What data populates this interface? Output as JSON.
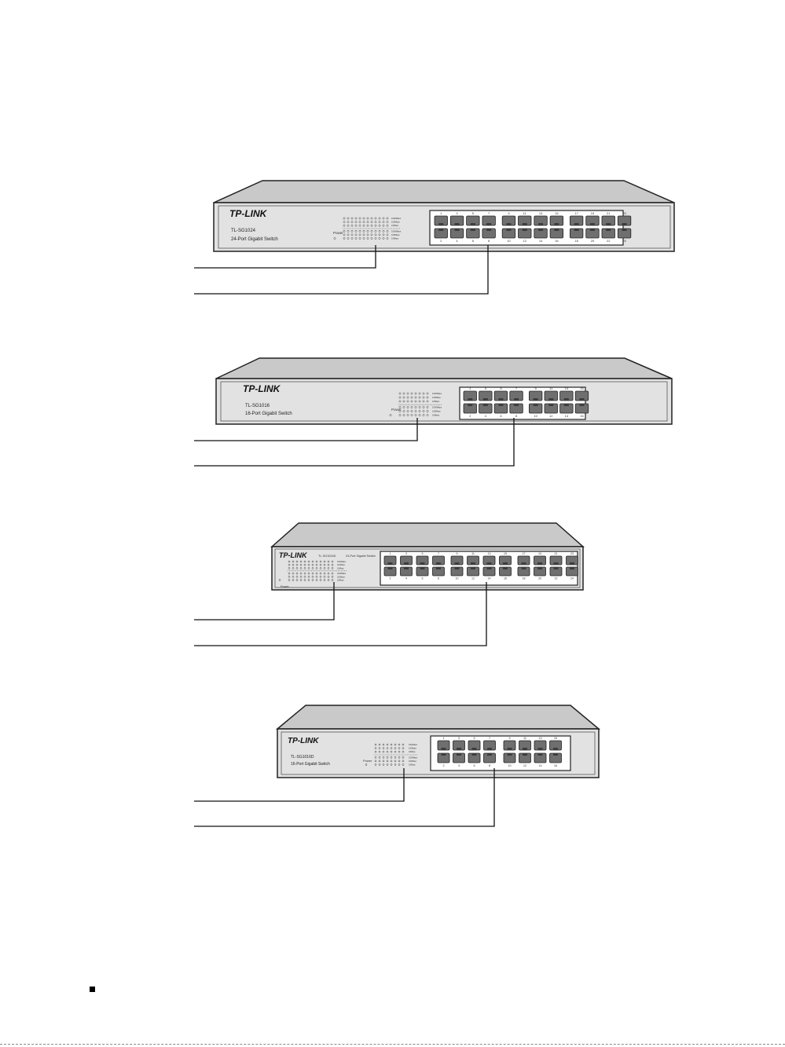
{
  "switches": [
    {
      "brand": "TP-LINK",
      "model": "TL-SG1024",
      "desc": "24-Port Gigabit Switch",
      "ports": 24,
      "power_label": "Power",
      "top_numbers": [
        "1",
        "3",
        "5",
        "7",
        "9",
        "11",
        "13",
        "15",
        "17",
        "19",
        "21",
        "23"
      ],
      "bottom_numbers": [
        "2",
        "4",
        "6",
        "8",
        "10",
        "12",
        "14",
        "16",
        "18",
        "20",
        "22",
        "24"
      ],
      "led_labels": [
        "1000Mbps",
        "100Mbps",
        "10Mbps"
      ]
    },
    {
      "brand": "TP-LINK",
      "model": "TL-SG1016",
      "desc": "16-Port Gigabit Switch",
      "ports": 16,
      "power_label": "Power",
      "top_numbers": [
        "1",
        "3",
        "5",
        "7",
        "9",
        "11",
        "13",
        "15"
      ],
      "bottom_numbers": [
        "2",
        "4",
        "6",
        "8",
        "10",
        "12",
        "14",
        "16"
      ],
      "led_labels": [
        "1000Mbps",
        "100Mbps",
        "10Mbps"
      ]
    },
    {
      "brand": "TP-LINK",
      "model": "TL-SG1024D",
      "desc": "24-Port Gigabit Switch",
      "ports": 24,
      "power_label": "Power",
      "top_numbers": [
        "1",
        "3",
        "5",
        "7",
        "9",
        "11",
        "13",
        "15",
        "17",
        "19",
        "21",
        "23"
      ],
      "bottom_numbers": [
        "2",
        "4",
        "6",
        "8",
        "10",
        "12",
        "14",
        "16",
        "18",
        "20",
        "22",
        "24"
      ],
      "led_labels": [
        "1000Mbps",
        "100Mbps",
        "10Mbps"
      ]
    },
    {
      "brand": "TP-LINK",
      "model": "TL-SG1016D",
      "desc": "16-Port Gigabit Switch",
      "ports": 16,
      "power_label": "Power",
      "top_numbers": [
        "1",
        "3",
        "5",
        "7",
        "9",
        "11",
        "13",
        "15"
      ],
      "bottom_numbers": [
        "2",
        "4",
        "6",
        "8",
        "10",
        "12",
        "14",
        "16"
      ],
      "led_labels": [
        "1000Mbps",
        "100Mbps",
        "10Mbps"
      ]
    }
  ]
}
